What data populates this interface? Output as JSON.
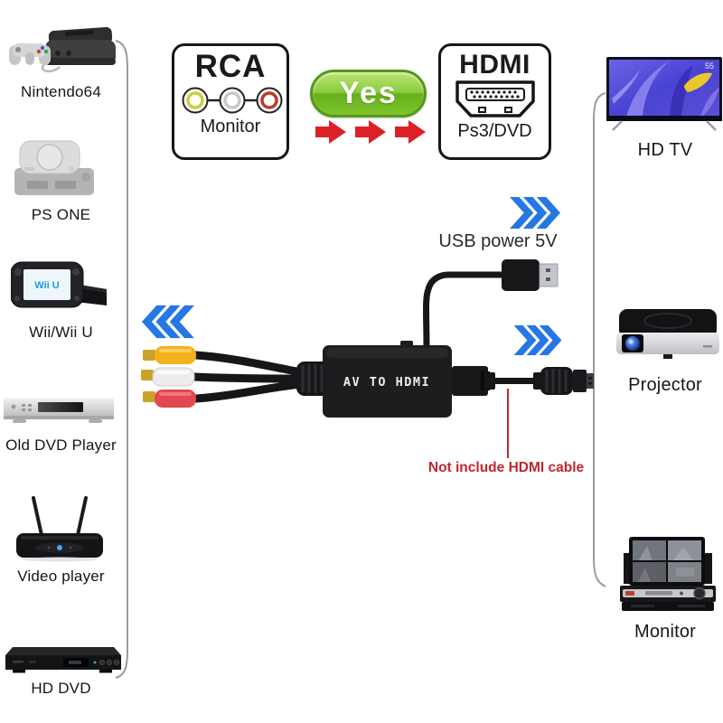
{
  "colors": {
    "chevron_blue": "#2577E3",
    "arrow_red": "#DC2026",
    "note_red": "#C0272D",
    "yes_green": "#7DC42E",
    "bracket_gray": "#9B9B9B"
  },
  "source_devices": {
    "items": [
      {
        "label": "Nintendo64"
      },
      {
        "label": "PS ONE"
      },
      {
        "label": "Wii/Wii U",
        "screen_text": "Wii U"
      },
      {
        "label": "Old DVD Player"
      },
      {
        "label": "Video player"
      },
      {
        "label": "HD DVD"
      }
    ]
  },
  "header": {
    "input_box": {
      "title": "RCA",
      "subtitle": "Monitor"
    },
    "yes_label": "Yes",
    "output_box": {
      "title": "HDMI",
      "subtitle": "Ps3/DVD"
    }
  },
  "output_devices": {
    "items": [
      {
        "label": "HD TV",
        "screen_badge": "55"
      },
      {
        "label": "Projector"
      },
      {
        "label": "Monitor"
      }
    ]
  },
  "converter": {
    "label": "AV TO HDMI",
    "usb_label": "USB power 5V",
    "note": "Not include HDMI cable"
  }
}
